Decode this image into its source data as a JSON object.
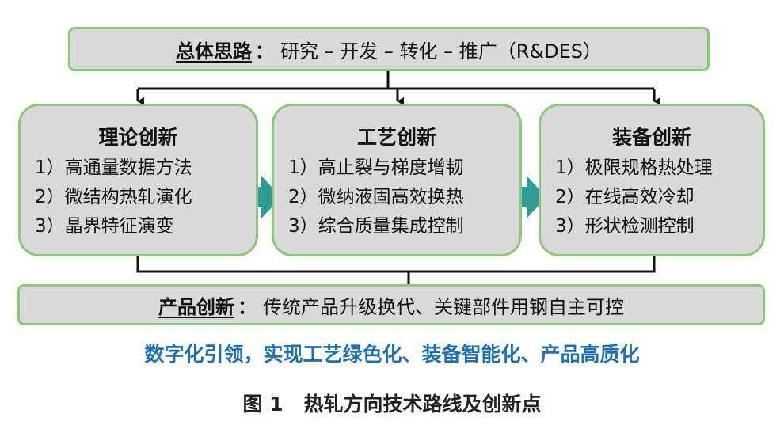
{
  "top_bar": {
    "key": "总体思路",
    "separator": "：",
    "text": "研究 – 开发 – 转化 – 推广（R&DES）"
  },
  "columns": [
    {
      "title": "理论创新",
      "items": [
        "1）高通量数据方法",
        "2）微结构热轧演化",
        "3）晶界特征演变"
      ]
    },
    {
      "title": "工艺创新",
      "items": [
        "1）高止裂与梯度增韧",
        "2）微纳液固高效换热",
        "3）综合质量集成控制"
      ]
    },
    {
      "title": "装备创新",
      "items": [
        "1）极限规格热处理",
        "2）在线高效冷却",
        "3）形状检测控制"
      ]
    }
  ],
  "bottom_bar": {
    "key": "产品创新",
    "separator": "：",
    "text": "传统产品升级换代、关键部件用钢自主可控"
  },
  "slogan": "数字化引领，实现工艺绿色化、装备智能化、产品高质化",
  "caption": {
    "number": "图 1",
    "title": "热轧方向技术路线及创新点"
  },
  "colors": {
    "box_fill": "#d9d9d9",
    "box_border": "#8dc77a",
    "arrow": "#2e9c96",
    "slogan": "#1f6fb5"
  }
}
